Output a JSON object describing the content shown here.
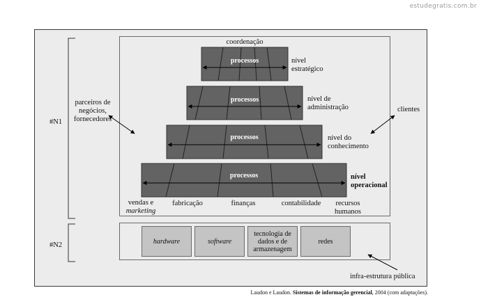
{
  "watermark": "estudegratis.com.br",
  "top_label": "coordenação",
  "levels": [
    {
      "label": "processos",
      "name_lines": [
        "nível",
        "estratégico"
      ],
      "bold": false
    },
    {
      "label": "processos",
      "name_lines": [
        "nível de",
        "administração"
      ],
      "bold": false
    },
    {
      "label": "processos",
      "name_lines": [
        "nível do",
        "conhecimento"
      ],
      "bold": false
    },
    {
      "label": "processos",
      "name_lines": [
        "nível",
        "operacional"
      ],
      "bold": true
    }
  ],
  "bottom_labels": {
    "vendas": [
      "vendas e",
      "marketing"
    ],
    "fabricacao": "fabricação",
    "financas": "finanças",
    "contabilidade": "contabilidade",
    "rh": [
      "recursos",
      "humanos"
    ]
  },
  "left_label": [
    "parceiros de",
    "negócios,",
    "fornecedores"
  ],
  "right_label": "clientes",
  "n1": "#N1",
  "n2": "#N2",
  "infra_boxes": [
    {
      "text": [
        "hardware"
      ],
      "italic": true
    },
    {
      "text": [
        "software"
      ],
      "italic": true
    },
    {
      "text": [
        "tecnologia de",
        "dados e de",
        "armazenagem"
      ],
      "italic": false
    },
    {
      "text": [
        "redes"
      ],
      "italic": false
    }
  ],
  "infra_label": "infra-estrutura pública",
  "caption": {
    "authors": "Laudon e Laudon. ",
    "title": "Sistemas de informação gerencial",
    "rest": ", 2004 (com adaptações)."
  },
  "colors": {
    "trapezoid": "#636363",
    "frame_bg": "#ececec",
    "box": "#c4c4c4"
  }
}
